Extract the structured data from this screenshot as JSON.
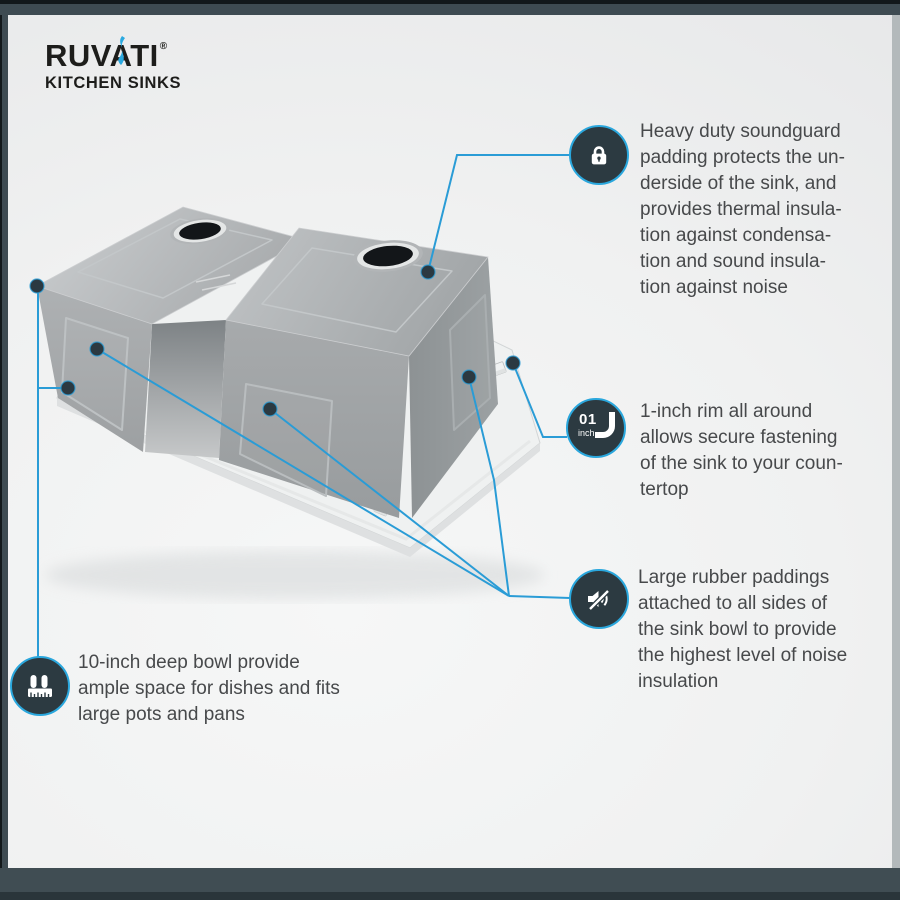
{
  "brand": {
    "name": "RUVATI",
    "registered": "®",
    "tagline": "KITCHEN SINKS",
    "flame_color": "#2aa9e0",
    "text_color": "#1d1d1b"
  },
  "accent": {
    "leader_line_color": "#2a9cd6",
    "callout_circle_fill": "#2c3a41",
    "callout_circle_ring": "#2aa7dd",
    "frame_slate_color": "#3e4b52",
    "bottom_strip_color": "#2a353a"
  },
  "callouts": [
    {
      "id": "soundguard",
      "icon": "lock-icon",
      "text": "Heavy duty soundguard\npadding protects the un-\nderside of the sink, and\nprovides thermal insula-\ntion against condensa-\ntion and sound insula-\ntion against noise"
    },
    {
      "id": "one-inch-rim",
      "icon": "rim-icon",
      "badge_number": "01",
      "badge_unit": "inch",
      "text": "1-inch rim all around\nallows secure fastening\nof the sink to your coun-\ntertop"
    },
    {
      "id": "rubber-paddings",
      "icon": "mute-icon",
      "text": "Large rubber paddings\nattached to all sides of\nthe sink bowl to provide\nthe highest level of noise\ninsulation"
    },
    {
      "id": "deep-bowl",
      "icon": "depth-icon",
      "text": "10-inch deep bowl provide\nample space for dishes and fits\nlarge pots and pans"
    }
  ]
}
